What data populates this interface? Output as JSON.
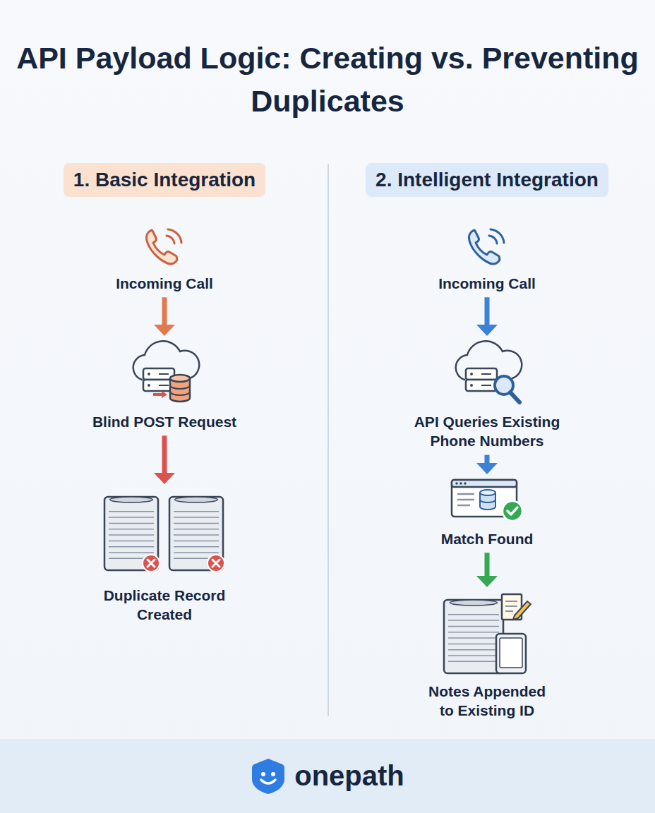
{
  "diagram": {
    "title": "API Payload Logic: Creating vs. Preventing Duplicates",
    "nodes": [
      {
        "text": [
          "1. Basic Integration"
        ]
      },
      {
        "text": [
          "2. Intelligent Integration"
        ]
      },
      {
        "text": [
          "Incoming Call"
        ]
      },
      {
        "text": [
          "Blind POST Request"
        ]
      },
      {
        "text": [
          "Duplicate Record Created"
        ]
      },
      {
        "text": [
          "Incoming Call"
        ]
      },
      {
        "text": [
          "API Queries Existing Phone Numbers"
        ]
      },
      {
        "text": [
          "Match Found"
        ]
      },
      {
        "text": [
          "Notes Appended to Existing ID"
        ]
      },
      {
        "text": [
          "onepath"
        ]
      }
    ],
    "edges": [
      {
        "from": 2,
        "to": 3,
        "arrow": "to"
      },
      {
        "from": 3,
        "to": 4,
        "arrow": "to"
      },
      {
        "from": 5,
        "to": 6,
        "arrow": "to"
      },
      {
        "from": 6,
        "to": 7,
        "arrow": "to"
      },
      {
        "from": 7,
        "to": 8,
        "arrow": "to"
      }
    ]
  }
}
